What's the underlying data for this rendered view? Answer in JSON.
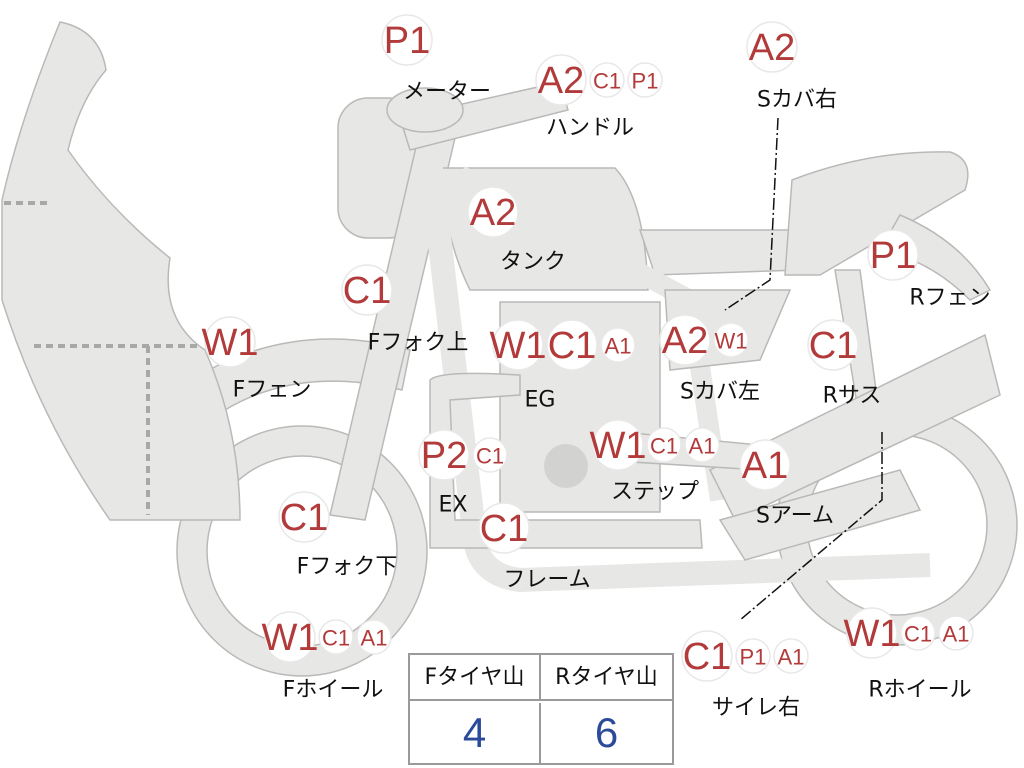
{
  "parts": [
    {
      "id": "meter",
      "label": "メーター",
      "badges": [
        {
          "code": "P1",
          "size": "lg"
        }
      ]
    },
    {
      "id": "handle",
      "label": "ハンドル",
      "badges": [
        {
          "code": "A2",
          "size": "lg"
        },
        {
          "code": "C1",
          "size": "sm"
        },
        {
          "code": "P1",
          "size": "sm"
        }
      ]
    },
    {
      "id": "side-cover-right",
      "label": "Sカバ右",
      "badges": [
        {
          "code": "A2",
          "size": "lg"
        }
      ]
    },
    {
      "id": "tank",
      "label": "タンク",
      "badges": [
        {
          "code": "A2",
          "size": "lg"
        }
      ]
    },
    {
      "id": "fork-upper",
      "label": "Fフォク上",
      "badges": [
        {
          "code": "C1",
          "size": "lg"
        }
      ]
    },
    {
      "id": "rear-fender",
      "label": "Rフェン",
      "badges": [
        {
          "code": "P1",
          "size": "lg"
        }
      ]
    },
    {
      "id": "front-fender",
      "label": "Fフェン",
      "badges": [
        {
          "code": "W1",
          "size": "lg"
        }
      ]
    },
    {
      "id": "engine",
      "label": "EG",
      "badges": [
        {
          "code": "W1",
          "size": "lg"
        },
        {
          "code": "C1",
          "size": "lg"
        },
        {
          "code": "A1",
          "size": "sm"
        }
      ]
    },
    {
      "id": "side-cover-left",
      "label": "Sカバ左",
      "badges": [
        {
          "code": "A2",
          "size": "lg"
        },
        {
          "code": "W1",
          "size": "sm"
        }
      ]
    },
    {
      "id": "rear-suspension",
      "label": "Rサス",
      "badges": [
        {
          "code": "C1",
          "size": "lg"
        }
      ]
    },
    {
      "id": "exhaust",
      "label": "EX",
      "badges": [
        {
          "code": "P2",
          "size": "lg"
        },
        {
          "code": "C1",
          "size": "sm"
        }
      ]
    },
    {
      "id": "step",
      "label": "ステップ",
      "badges": [
        {
          "code": "W1",
          "size": "lg"
        },
        {
          "code": "C1",
          "size": "sm"
        },
        {
          "code": "A1",
          "size": "sm"
        }
      ]
    },
    {
      "id": "swing-arm",
      "label": "Sアーム",
      "badges": [
        {
          "code": "A1",
          "size": "lg"
        }
      ]
    },
    {
      "id": "fork-lower",
      "label": "Fフォク下",
      "badges": [
        {
          "code": "C1",
          "size": "lg"
        }
      ]
    },
    {
      "id": "frame",
      "label": "フレーム",
      "badges": [
        {
          "code": "C1",
          "size": "lg"
        }
      ]
    },
    {
      "id": "front-wheel",
      "label": "Fホイール",
      "badges": [
        {
          "code": "W1",
          "size": "lg"
        },
        {
          "code": "C1",
          "size": "sm"
        },
        {
          "code": "A1",
          "size": "sm"
        }
      ]
    },
    {
      "id": "muffler-right",
      "label": "サイレ右",
      "badges": [
        {
          "code": "C1",
          "size": "lg"
        },
        {
          "code": "P1",
          "size": "sm"
        },
        {
          "code": "A1",
          "size": "sm"
        }
      ]
    },
    {
      "id": "rear-wheel",
      "label": "Rホイール",
      "badges": [
        {
          "code": "W1",
          "size": "lg"
        },
        {
          "code": "C1",
          "size": "sm"
        },
        {
          "code": "A1",
          "size": "sm"
        }
      ]
    }
  ],
  "tire_table": {
    "front_header": "Fタイヤ山",
    "rear_header": "Rタイヤ山",
    "front_value": "4",
    "rear_value": "6"
  },
  "colors": {
    "code": "#b23a3a",
    "part_fill": "#e7e7e5",
    "value": "#2b4a9a"
  }
}
